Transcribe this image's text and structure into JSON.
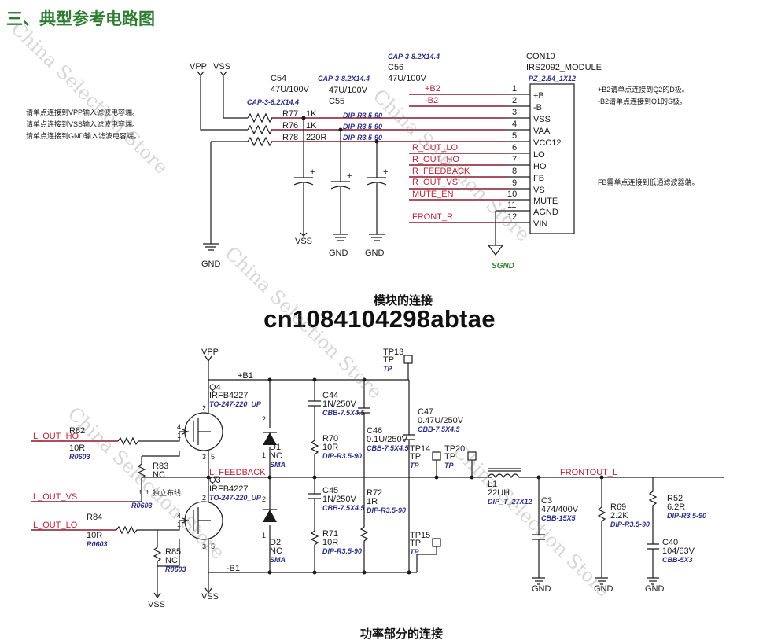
{
  "section_title": "三、典型参考电路图",
  "caption_module": "模块的连接",
  "caption_power": "功率部分的连接",
  "watermark_overlay": "cn1084104298abtae",
  "watermark_store": "China Selection Store",
  "module": {
    "top_labels": {
      "vpp": "VPP",
      "vss": "VSS"
    },
    "notes_left": [
      "请单点连接到VPP输入滤波电容端。",
      "请单点连接到VSS输入滤波电容端。",
      "请单点连接到GND输入滤波电容端。"
    ],
    "notes_right": [
      "+B2请单点连接到Q2的D极。",
      "-B2请单点连接到Q1的S极。",
      "FB需单点连接到低通滤波器端。"
    ],
    "caps": {
      "c54": {
        "ref": "C54",
        "value": "47U/100V",
        "pkg": "CAP-3-8.2X14.4"
      },
      "c55": {
        "ref": "C55",
        "value": "47U/100V",
        "pkg": "CAP-3-8.2X14.4"
      },
      "c56": {
        "ref": "C56",
        "value": "47U/100V",
        "pkg": "CAP-3-8.2X14.4"
      }
    },
    "resistors": [
      {
        "ref": "R77",
        "value": "1K",
        "pkg": "DIP-R3.5-90"
      },
      {
        "ref": "R76",
        "value": "1K",
        "pkg": "DIP-R3.5-90"
      },
      {
        "ref": "R78",
        "value": "220R",
        "pkg": "DIP-R3.5-90"
      }
    ],
    "connector": {
      "ref": "CON10",
      "part": "IRS2092_MODULE",
      "pkg": "PZ_2.54_1X12"
    },
    "pins": [
      {
        "num": "1",
        "name": "+B",
        "net": "+B2"
      },
      {
        "num": "2",
        "name": "-B",
        "net": "-B2"
      },
      {
        "num": "3",
        "name": "VSS",
        "net": ""
      },
      {
        "num": "4",
        "name": "VAA",
        "net": ""
      },
      {
        "num": "5",
        "name": "VCC12",
        "net": ""
      },
      {
        "num": "6",
        "name": "LO",
        "net": "R_OUT_LO"
      },
      {
        "num": "7",
        "name": "HO",
        "net": "R_OUT_HO"
      },
      {
        "num": "8",
        "name": "FB",
        "net": "R_FEEDBACK"
      },
      {
        "num": "9",
        "name": "VS",
        "net": "R_OUT_VS"
      },
      {
        "num": "10",
        "name": "MUTE",
        "net": "MUTE_EN"
      },
      {
        "num": "11",
        "name": "AGND",
        "net": ""
      },
      {
        "num": "12",
        "name": "VIN",
        "net": "FRONT_R"
      }
    ],
    "gnd_labels": {
      "gnd": "GND",
      "vss": "VSS",
      "sgnd": "SGND"
    }
  },
  "power": {
    "rails": {
      "vpp": "VPP",
      "vss": "VSS",
      "pb1": "+B1",
      "mb1": "-B1",
      "feedback": "L_FEEDBACK",
      "frontout": "FRONTOUT_L"
    },
    "inputs": [
      "L_OUT_HO",
      "L_OUT_VS",
      "L_OUT_LO"
    ],
    "q4": {
      "ref": "Q4",
      "part": "IRFB4227",
      "pkg": "TO-247-220_UP"
    },
    "q3": {
      "ref": "Q3",
      "part": "IRFB4227",
      "pkg": "TO-247-220_UP"
    },
    "r82": {
      "ref": "R82",
      "value": "10R",
      "pkg": "R0603"
    },
    "r83": {
      "ref": "R83",
      "value": "NC",
      "pkg": "R0603",
      "note": "！！独立布线"
    },
    "r84": {
      "ref": "R84",
      "value": "10R",
      "pkg": "R0603"
    },
    "r85": {
      "ref": "R85",
      "value": "NC",
      "pkg": "R0603"
    },
    "d1": {
      "ref": "D1",
      "value": "NC",
      "pkg": "SMA"
    },
    "d2": {
      "ref": "D2",
      "value": "NC",
      "pkg": "SMA"
    },
    "c44": {
      "ref": "C44",
      "value": "1N/250V",
      "pkg": "CBB-7.5X4.5"
    },
    "c45": {
      "ref": "C45",
      "value": "1N/250V",
      "pkg": "CBB-7.5X4.5"
    },
    "c46": {
      "ref": "C46",
      "value": "0.1U/250V",
      "pkg": "CBB-7.5X4.5"
    },
    "c47": {
      "ref": "C47",
      "value": "0.47U/250V",
      "pkg": "CBB-7.5X4.5"
    },
    "r70": {
      "ref": "R70",
      "value": "10R",
      "pkg": "DIP-R3.5-90"
    },
    "r71": {
      "ref": "R71",
      "value": "10R",
      "pkg": "DIP-R3.5-90"
    },
    "r72": {
      "ref": "R72",
      "value": "1R",
      "pkg": "DIP-R3.5-90"
    },
    "tp13": {
      "ref": "TP13",
      "a": "TP",
      "b": "TP"
    },
    "tp14": {
      "ref": "TP14",
      "a": "TP",
      "b": "TP"
    },
    "tp15": {
      "ref": "TP15",
      "a": "TP",
      "b": "TP"
    },
    "tp20": {
      "ref": "TP20",
      "a": "TP",
      "b": "TP"
    },
    "l1": {
      "ref": "L1",
      "value": "22UH",
      "pkg": "DIP_T_27X12"
    },
    "c3": {
      "ref": "C3",
      "value": "474/400V",
      "pkg": "CBB-15X5"
    },
    "r69": {
      "ref": "R69",
      "value": "2.2K",
      "pkg": "DIP-R3.5-90"
    },
    "r52": {
      "ref": "R52",
      "value": "6.2R",
      "pkg": "DIP-R3.5-90"
    },
    "c40": {
      "ref": "C40",
      "value": "104/63V",
      "pkg": "CBB-5X3"
    },
    "gnd": "GND"
  },
  "colors": {
    "title": "#2e7d32",
    "net_wire": "#8a1a2a",
    "net_text": "#b8263a",
    "pkg_text": "#2b2f8a",
    "sgnd": "#2e7d32"
  }
}
